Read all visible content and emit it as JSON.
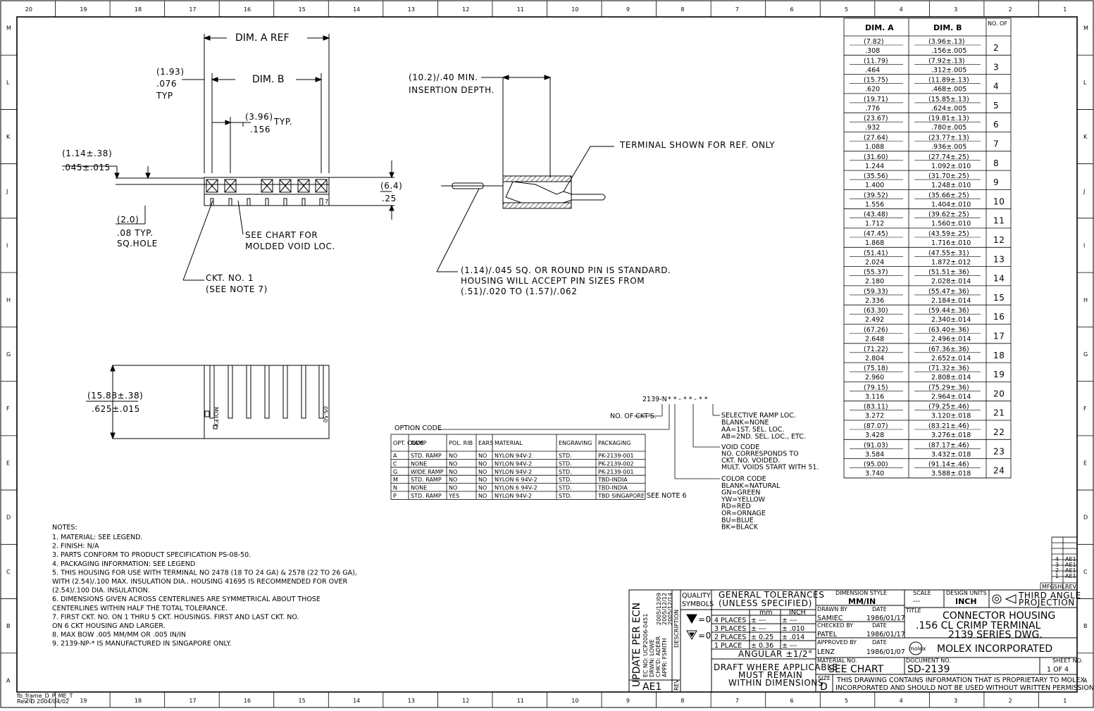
{
  "zones": {
    "cols": [
      "20",
      "19",
      "18",
      "17",
      "16",
      "15",
      "14",
      "13",
      "12",
      "11",
      "10",
      "9",
      "8",
      "7",
      "6",
      "5",
      "4",
      "3",
      "2",
      "1"
    ],
    "rows": [
      "M",
      "L",
      "K",
      "J",
      "I",
      "H",
      "G",
      "F",
      "E",
      "D",
      "C",
      "B",
      "A"
    ]
  },
  "dims": {
    "dim_a_ref": "DIM. A REF",
    "dim_b": "DIM. B",
    "pitch_mm": "(3.96)",
    "pitch_in": ".156",
    "typ": "TYP.",
    "side_mm": "(1.93)",
    "side_in": ".076",
    "side_typ": "TYP",
    "wall_mm": "(1.14±.38)",
    "wall_in": ".045±.015",
    "height_mm": "(6.4)",
    "height_in": ".25",
    "hole_mm": "(2.0)",
    "hole_in": ".08 TYP.",
    "hole_note": "SQ.HOLE",
    "chart_note1": "SEE CHART FOR",
    "chart_note2": "MOLDED VOID LOC.",
    "ckt1": "CKT. NO. 1",
    "ckt1_note": "(SEE NOTE 7)",
    "insertion1": "(10.2)/.40 MIN.",
    "insertion2": "INSERTION DEPTH.",
    "terminal": "TERMINAL SHOWN FOR REF. ONLY",
    "pin1": "(1.14)/.045 SQ. OR ROUND PIN IS STANDARD.",
    "pin2": "HOUSING WILL ACCEPT PIN SIZES FROM",
    "pin3": "(.51)/.020 TO (1.57)/.062",
    "depth_mm": "(15.88±.38)",
    "depth_in": ".625±.015",
    "side_mark1": "MOLEX",
    "side_mark2": "05-50",
    "pin_mark": "7"
  },
  "part_code": {
    "code": "2139-N",
    "sep": "* * - * * - * *",
    "ckts": "NO. OF CKT'S.",
    "option": "OPTION CODE",
    "ramp": [
      "SELECTIVE RAMP LOC.",
      "BLANK=NONE",
      "AA=1ST. SEL. LOC.",
      "AB=2ND. SEL. LOC., ETC."
    ],
    "void": [
      "VOID CODE",
      "NO. CORRESPONDS TO",
      "CKT. NO. VOIDED.",
      "MULT. VOIDS START WITH 51."
    ],
    "color": [
      "COLOR CODE",
      "BLANK=NATURAL",
      "GN=GREEN",
      "YW=YELLOW",
      "RD=RED",
      "OR=ORNAGE",
      "BU=BLUE",
      "BK=BLACK"
    ],
    "see_note": "SEE NOTE 6"
  },
  "option_table": {
    "headers": [
      "OPT. CODE",
      "RAMP",
      "POL. RIB",
      "EARS",
      "MATERIAL",
      "ENGRAVING",
      "PACKAGING"
    ],
    "rows": [
      [
        "A",
        "STD. RAMP",
        "NO",
        "NO",
        "NYLON 94V-2",
        "STD.",
        "PK-2139-001"
      ],
      [
        "C",
        "NONE",
        "NO",
        "NO",
        "NYLON 94V-2",
        "STD.",
        "PK-2139-002"
      ],
      [
        "G",
        "WIDE RAMP",
        "NO",
        "NO",
        "NYLON 94V-2",
        "STD.",
        "PK-2139-001"
      ],
      [
        "M",
        "STD. RAMP",
        "NO",
        "NO",
        "NYLON 6 94V-2",
        "STD.",
        "TBD-INDIA"
      ],
      [
        "N",
        "NONE",
        "NO",
        "NO",
        "NYLON 6 94V-2",
        "STD.",
        "TBD-INDIA"
      ],
      [
        "P",
        "STD. RAMP",
        "YES",
        "NO",
        "NYLON 94V-2",
        "STD.",
        "TBD SINGAPORE"
      ]
    ]
  },
  "dim_table": {
    "headers": [
      "DIM. A",
      "DIM. B",
      "NO. OF"
    ],
    "rows": [
      [
        "(7.82)",
        ".308",
        "(3.96±.13)",
        ".156±.005",
        "2"
      ],
      [
        "(11.79)",
        ".464",
        "(7.92±.13)",
        ".312±.005",
        "3"
      ],
      [
        "(15.75)",
        ".620",
        "(11.89±.13)",
        ".468±.005",
        "4"
      ],
      [
        "(19.71)",
        ".776",
        "(15.85±.13)",
        ".624±.005",
        "5"
      ],
      [
        "(23.67)",
        ".932",
        "(19.81±.13)",
        ".780±.005",
        "6"
      ],
      [
        "(27.64)",
        "1.088",
        "(23.77±.13)",
        ".936±.005",
        "7"
      ],
      [
        "(31.60)",
        "1.244",
        "(27.74±.25)",
        "1.092±.010",
        "8"
      ],
      [
        "(35.56)",
        "1.400",
        "(31.70±.25)",
        "1.248±.010",
        "9"
      ],
      [
        "(39.52)",
        "1.556",
        "(35.66±.25)",
        "1.404±.010",
        "10"
      ],
      [
        "(43.48)",
        "1.712",
        "(39.62±.25)",
        "1.560±.010",
        "11"
      ],
      [
        "(47.45)",
        "1.868",
        "(43.59±.25)",
        "1.716±.010",
        "12"
      ],
      [
        "(51.41)",
        "2.024",
        "(47.55±.31)",
        "1.872±.012",
        "13"
      ],
      [
        "(55.37)",
        "2.180",
        "(51.51±.36)",
        "2.028±.014",
        "14"
      ],
      [
        "(59.33)",
        "2.336",
        "(55.47±.36)",
        "2.184±.014",
        "15"
      ],
      [
        "(63.30)",
        "2.492",
        "(59.44±.36)",
        "2.340±.014",
        "16"
      ],
      [
        "(67.26)",
        "2.648",
        "(63.40±.36)",
        "2.496±.014",
        "17"
      ],
      [
        "(71.22)",
        "2.804",
        "(67.36±.36)",
        "2.652±.014",
        "18"
      ],
      [
        "(75.18)",
        "2.960",
        "(71.32±.36)",
        "2.808±.014",
        "19"
      ],
      [
        "(79.15)",
        "3.116",
        "(75.29±.36)",
        "2.964±.014",
        "20"
      ],
      [
        "(83.11)",
        "3.272",
        "(79.25±.46)",
        "3.120±.018",
        "21"
      ],
      [
        "(87.07)",
        "3.428",
        "(83.21±.46)",
        "3.276±.018",
        "22"
      ],
      [
        "(91.03)",
        "3.584",
        "(87.17±.46)",
        "3.432±.018",
        "23"
      ],
      [
        "(95.00)",
        "3.740",
        "(91.14±.46)",
        "3.588±.018",
        "24"
      ]
    ]
  },
  "notes": {
    "title": "NOTES:",
    "lines": [
      "1. MATERIAL: SEE LEGEND.",
      "2. FINISH: N/A",
      "3. PARTS CONFORM TO PRODUCT SPECIFICATION PS-08-50.",
      "4. PACKAGING INFORMATION: SEE LEGEND",
      "5. THIS HOUSING FOR USE WITH TERMINAL NO 2478 (18 TO 24 GA) & 2578 (22 TO 26 GA),",
      "    WITH (2.54)/.100 MAX. INSULATION DIA.. HOUSING 41695 IS RECOMMENDED FOR OVER",
      "    (2.54)/.100 DIA. INSULATION.",
      "6. DIMENSIONS GIVEN ACROSS CENTERLINES ARE SYMMETRICAL ABOUT THOSE",
      "    CENTERLINES WITHIN HALF THE TOTAL TOLERANCE.",
      "7. FIRST CKT. NO. ON 1 THRU 5 CKT. HOUSINGS. FIRST AND LAST CKT. NO.",
      "    ON 6 CKT HOUSING AND LARGER.",
      "8. MAX BOW .005 MM/MM OR .005 IN/IN",
      "9. 2139-NP-* IS MANUFACTURED IN SINGAPORE ONLY."
    ]
  },
  "rev_history": {
    "rows": [
      [
        "4",
        "AE1"
      ],
      [
        "3",
        "AE1"
      ],
      [
        "2",
        "AE1"
      ],
      [
        "1",
        "AE1"
      ]
    ],
    "hdr": [
      "MFG.",
      "SHL.",
      "REV."
    ]
  },
  "title_block": {
    "ecn_title": "UPDATE PER ECN",
    "ecn_lines": [
      "EC NO: UCP2006-0451",
      "DRWN: LOWE",
      "CHK'D: ADERR",
      "APPR: FSMITH"
    ],
    "ecn_dates": [
      "2005/12/09",
      "2005/12/12",
      "2005/12/14"
    ],
    "rev": "AE1",
    "rev_label": "REV",
    "desc_label": "DESCRIPTION",
    "quality": "QUALITY",
    "symbols": "SYMBOLS",
    "sym_eq": "=0",
    "general": "GENERAL TOLERANCES",
    "unless": "(UNLESS SPECIFIED)",
    "mm": "mm",
    "inch": "INCH",
    "tol_rows": [
      [
        "4 PLACES",
        "± ---",
        "± ---"
      ],
      [
        "3 PLACES",
        "± ---",
        "± .010"
      ],
      [
        "2 PLACES",
        "± 0.25",
        "± .014"
      ],
      [
        "1 PLACE",
        "± 0.36",
        "± ---"
      ]
    ],
    "angular": "ANGULAR ±1/2°",
    "draft": [
      "DRAFT WHERE APPLICABLE",
      "MUST REMAIN",
      "WITHIN DIMENSIONS"
    ],
    "dim_style_label": "DIMENSION STYLE",
    "dim_style": "MM/IN",
    "drawn_by_label": "DRAWN BY",
    "drawn_by": "SAMIEC",
    "date_label": "DATE",
    "drawn_date": "1986/01/17",
    "checked_label": "CHECKED BY",
    "checked_by": "PATEL",
    "checked_date": "1986/01/17",
    "approved_label": "APPROVED BY",
    "approved_by": "LENZ",
    "approved_date": "1986/01/07",
    "material_label": "MATERIAL NO.",
    "material": "SEE CHART",
    "size_label": "SIZE",
    "size": "D",
    "scale_label": "SCALE",
    "scale": "---",
    "units_label": "DESIGN UNITS",
    "units": "INCH",
    "projection": [
      "THIRD ANGLE",
      "PROJECTION"
    ],
    "title_label": "TITLE",
    "title": [
      "CONNECTOR HOUSING",
      ".156 CL CRIMP TERMINAL",
      "2139 SERIES DWG."
    ],
    "company_logo": "molex",
    "company": "MOLEX INCORPORATED",
    "doc_label": "DOCUMENT NO.",
    "doc": "SD-2139",
    "sheet_label": "SHEET NO.",
    "sheet": "1 OF 4",
    "proprietary": [
      "THIS DRAWING CONTAINS INFORMATION THAT IS PROPRIETARY TO MOLEX",
      "INCORPORATED AND SHOULD NOT BE USED WITHOUT WRITTEN PERMISSION"
    ]
  },
  "frame_id": [
    "fb_frame_D_P_ME_T",
    "Rev. D 2004/04/02"
  ]
}
